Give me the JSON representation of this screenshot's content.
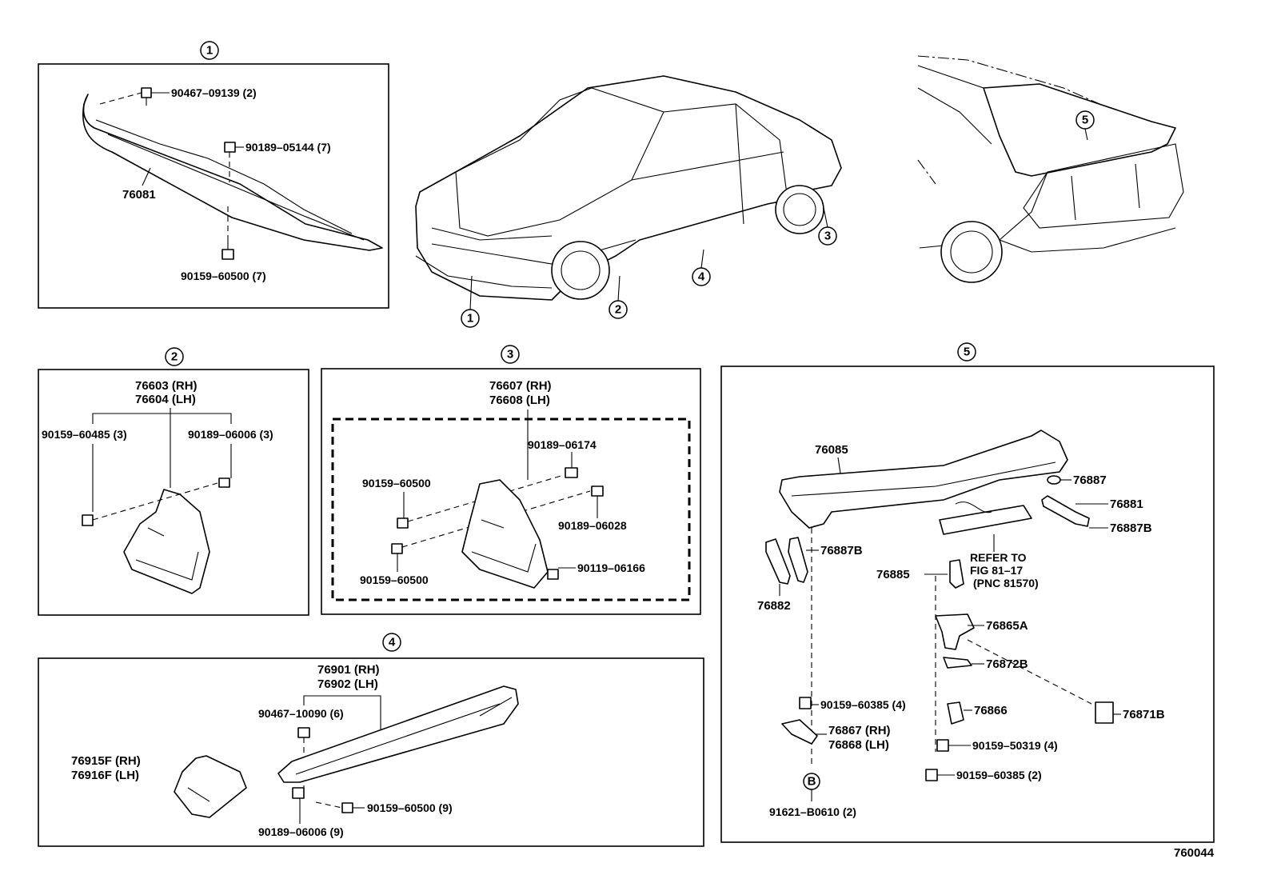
{
  "callouts": {
    "c1": "1",
    "c2": "2",
    "c3": "3",
    "c4": "4",
    "c5": "5",
    "b": "B"
  },
  "group1": {
    "clip_top": "90467–09139 (2)",
    "clip_mid": "90189–05144 (7)",
    "spoiler": "76081",
    "screw": "90159–60500 (7)"
  },
  "group2": {
    "mudguard_rh": "76603 (RH)",
    "mudguard_lh": "76604 (LH)",
    "screw": "90159–60485 (3)",
    "nut": "90189–06006 (3)"
  },
  "group3": {
    "mudguard_rh": "76607 (RH)",
    "mudguard_lh": "76608 (LH)",
    "nut_top": "90189–06174",
    "screw_top": "90159–60500",
    "nut_mid": "90189–06028",
    "screw_bot": "90159–60500",
    "bolt": "90119–06166"
  },
  "group4": {
    "rocker_rh": "76901 (RH)",
    "rocker_lh": "76902 (LH)",
    "clip": "90467–10090 (6)",
    "guard_rh": "76915F (RH)",
    "guard_lh": "76916F (LH)",
    "screw": "90159–60500 (9)",
    "nut": "90189–06006 (9)"
  },
  "group5": {
    "spoiler": "76085",
    "pad_a": "76887",
    "bracket_r": "76881",
    "pad_b_r": "76887B",
    "pad_b_l": "76887B",
    "bracket_l": "76882",
    "refer_1": "REFER TO",
    "refer_2": "FIG 81–17",
    "refer_3": "(PNC 81570)",
    "cover": "76885",
    "bracket_a": "76865A",
    "gasket": "76872B",
    "cap": "76871B",
    "screw_a": "90159–60385 (4)",
    "support": "76866",
    "stay_rh": "76867 (RH)",
    "stay_lh": "76868 (LH)",
    "screw_b": "90159–50319 (4)",
    "screw_c": "90159–60385 (2)",
    "bolt": "91621–B0610 (2)"
  },
  "figure_id": "760044"
}
